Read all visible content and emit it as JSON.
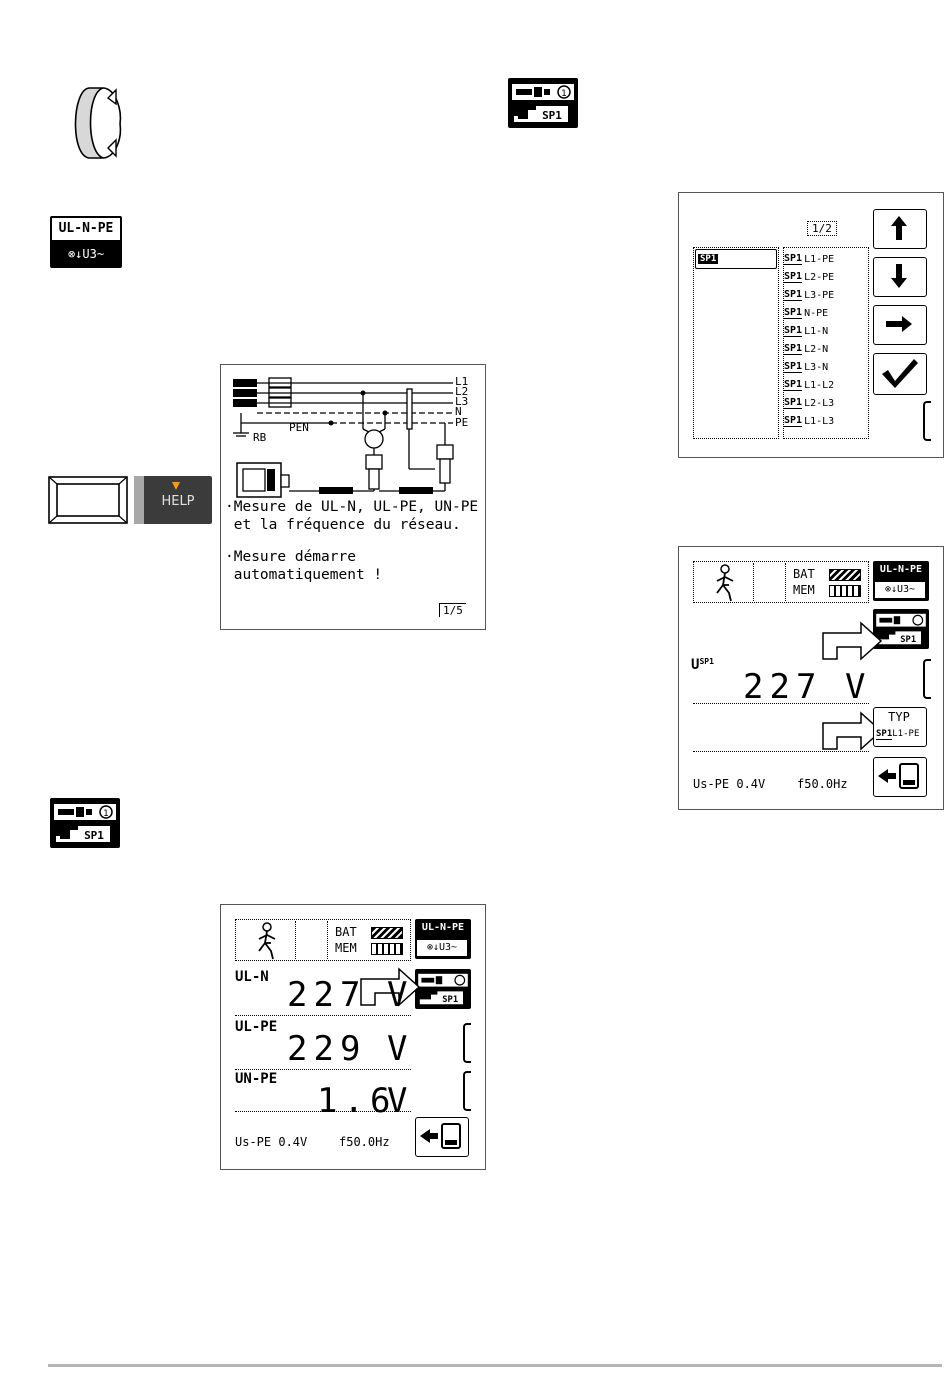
{
  "keys": {
    "ulnpe_top": "UL-N-PE",
    "ulnpe_bottom": "⊗↓U3~",
    "help": "HELP",
    "typ": "TYP",
    "typ_sub": "L1-PE"
  },
  "help_screen": {
    "net_labels": [
      "L1",
      "L2",
      "L3",
      "N",
      "PE"
    ],
    "pen_label": "PEN",
    "rb_label": "RB",
    "line1": "·Mesure de UL-N, UL-PE, UN-PE",
    "line2": " et la fréquence du réseau.",
    "line3": "·Mesure démarre",
    "line4": " automatiquement !",
    "page": "1/5"
  },
  "measure_screen": {
    "bat_label": "BAT",
    "mem_label": "MEM",
    "rows": [
      {
        "label": "UL-N",
        "value": "227",
        "unit": "V"
      },
      {
        "label": "UL-PE",
        "value": "229",
        "unit": "V"
      },
      {
        "label": "UN-PE",
        "value": "1.6",
        "unit": "V"
      }
    ],
    "footer_us": "Us-PE 0.4V",
    "footer_freq": "f50.0Hz"
  },
  "select_screen": {
    "page": "1/2",
    "selected": "L1-PE",
    "options": [
      "L1-PE",
      "L2-PE",
      "L3-PE",
      "N-PE",
      "L1-N",
      "L2-N",
      "L3-N",
      "L1-L2",
      "L2-L3",
      "L1-L3"
    ]
  },
  "single_screen": {
    "bat_label": "BAT",
    "mem_label": "MEM",
    "value": "227",
    "unit": "V",
    "footer_us": "Us-PE 0.4V",
    "footer_freq": "f50.0Hz"
  }
}
